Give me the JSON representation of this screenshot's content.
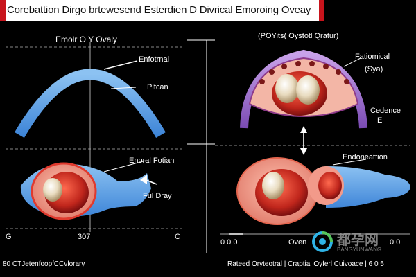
{
  "title": "Corebattion Dirgo brtewesend Esterdien D Divrical Emoroing Oveay",
  "left_panel": {
    "heading": "Emolr O Y Ovaly",
    "label_upper_1": "Enfotrnal",
    "label_upper_2": "Plfcan",
    "label_lower_1": "Enoral Fotian",
    "label_lower_2": "Ful Dray",
    "axis_left": "G",
    "axis_mid": "307",
    "axis_right": "C",
    "caption": "80 CTJetenfoopfCCvlorary"
  },
  "right_panel": {
    "heading": "(POYits( Oystotl Qratur)",
    "label_top_1": "Fatiomical",
    "label_top_2": "(Sya)",
    "label_mid_1": "Cedence",
    "label_mid_2": "E",
    "label_lower": "Endoneattion",
    "axis_left": "0 0 0",
    "axis_mid": "Oven",
    "axis_right": "0 0",
    "caption": "Rateed Oryteotral | Craptial Oyferl Cuivoace | 6 0 5"
  },
  "watermark": {
    "main": "都孕网",
    "sub": "BANGYUNWANG"
  },
  "colors": {
    "title_accent": "#c8141c",
    "blue": "#5aa0e6",
    "pink": "#f29a8a",
    "red": "#c62828",
    "purple": "#8e5bc7"
  }
}
